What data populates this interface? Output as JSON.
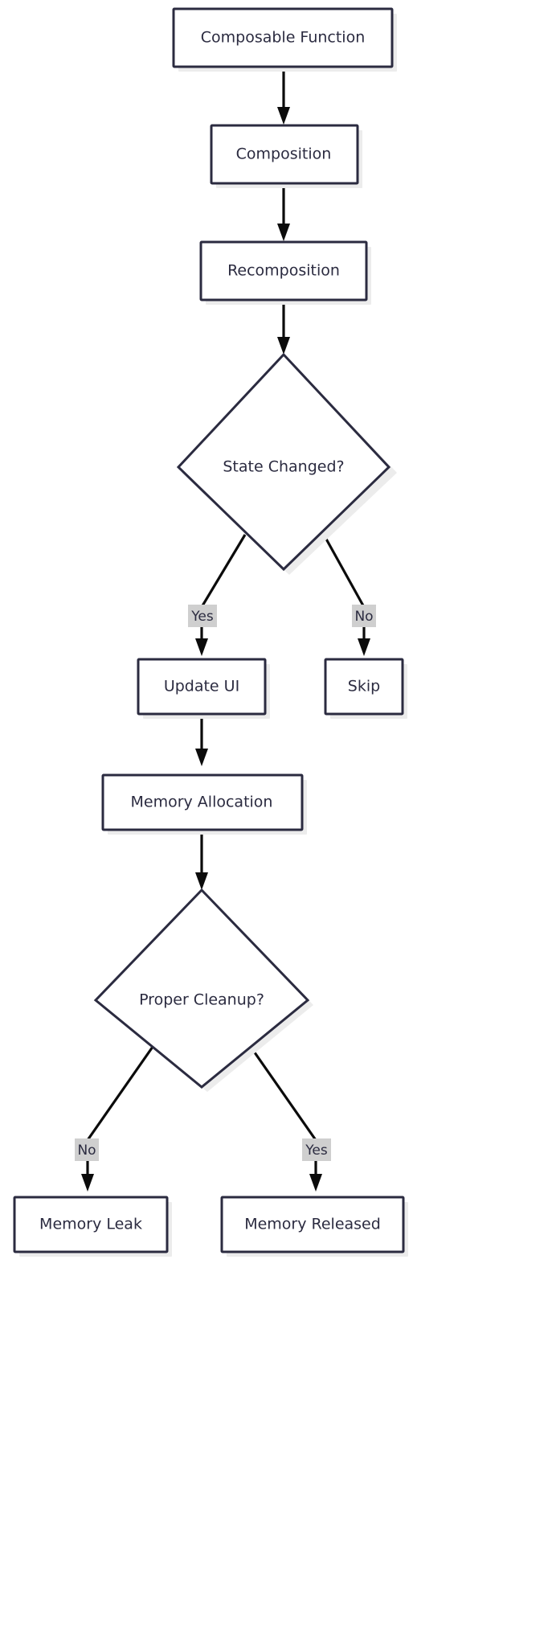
{
  "diagram": {
    "type": "flowchart",
    "direction": "top-down",
    "title": "",
    "colors": {
      "node_fill": "#ffffff",
      "node_stroke": "#2b2b40",
      "node_shadow": "#ececec",
      "edge": "#0b0b0b",
      "label_text": "#2b2b40",
      "edge_label_bg": "#cfcfcf",
      "background": "#ffffff"
    },
    "nodes": [
      {
        "id": "composable_function",
        "label": "Composable Function",
        "shape": "rectangle"
      },
      {
        "id": "composition",
        "label": "Composition",
        "shape": "rectangle"
      },
      {
        "id": "recomposition",
        "label": "Recomposition",
        "shape": "rectangle"
      },
      {
        "id": "state_changed",
        "label": "State Changed?",
        "shape": "diamond"
      },
      {
        "id": "update_ui",
        "label": "Update UI",
        "shape": "rectangle"
      },
      {
        "id": "skip",
        "label": "Skip",
        "shape": "rectangle"
      },
      {
        "id": "memory_allocation",
        "label": "Memory Allocation",
        "shape": "rectangle"
      },
      {
        "id": "proper_cleanup",
        "label": "Proper Cleanup?",
        "shape": "diamond"
      },
      {
        "id": "memory_leak",
        "label": "Memory Leak",
        "shape": "rectangle"
      },
      {
        "id": "memory_released",
        "label": "Memory Released",
        "shape": "rectangle"
      }
    ],
    "edges": [
      {
        "from": "composable_function",
        "to": "composition",
        "label": ""
      },
      {
        "from": "composition",
        "to": "recomposition",
        "label": ""
      },
      {
        "from": "recomposition",
        "to": "state_changed",
        "label": ""
      },
      {
        "from": "state_changed",
        "to": "update_ui",
        "label": "Yes"
      },
      {
        "from": "state_changed",
        "to": "skip",
        "label": "No"
      },
      {
        "from": "update_ui",
        "to": "memory_allocation",
        "label": ""
      },
      {
        "from": "memory_allocation",
        "to": "proper_cleanup",
        "label": ""
      },
      {
        "from": "proper_cleanup",
        "to": "memory_leak",
        "label": "No"
      },
      {
        "from": "proper_cleanup",
        "to": "memory_released",
        "label": "Yes"
      }
    ],
    "edge_labels": {
      "state_changed_yes": "Yes",
      "state_changed_no": "No",
      "proper_cleanup_no": "No",
      "proper_cleanup_yes": "Yes"
    }
  }
}
